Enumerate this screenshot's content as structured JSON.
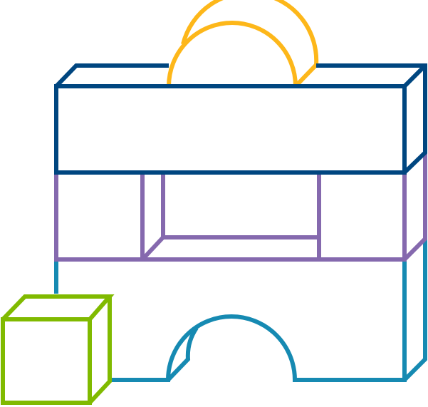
{
  "illustration": {
    "title": "Building blocks outline illustration",
    "description": "Stacked outline blocks: a navy rectangular block on top with a yellow half-dome, a purple block with a recessed window, a teal arch block at the bottom, and a green cube in front at the lower left.",
    "colors": {
      "navy": "#004680",
      "purple": "#8569AE",
      "teal": "#168AB2",
      "yellow": "#FDB71A",
      "green": "#80BA00",
      "background": "#FFFFFF"
    },
    "blocks": [
      {
        "name": "top-block",
        "color": "navy",
        "shape": "rectangular prism"
      },
      {
        "name": "dome",
        "color": "yellow",
        "shape": "half cylinder"
      },
      {
        "name": "middle-block",
        "color": "purple",
        "shape": "prism with window"
      },
      {
        "name": "arch-block",
        "color": "teal",
        "shape": "arch"
      },
      {
        "name": "cube",
        "color": "green",
        "shape": "cube"
      }
    ]
  }
}
